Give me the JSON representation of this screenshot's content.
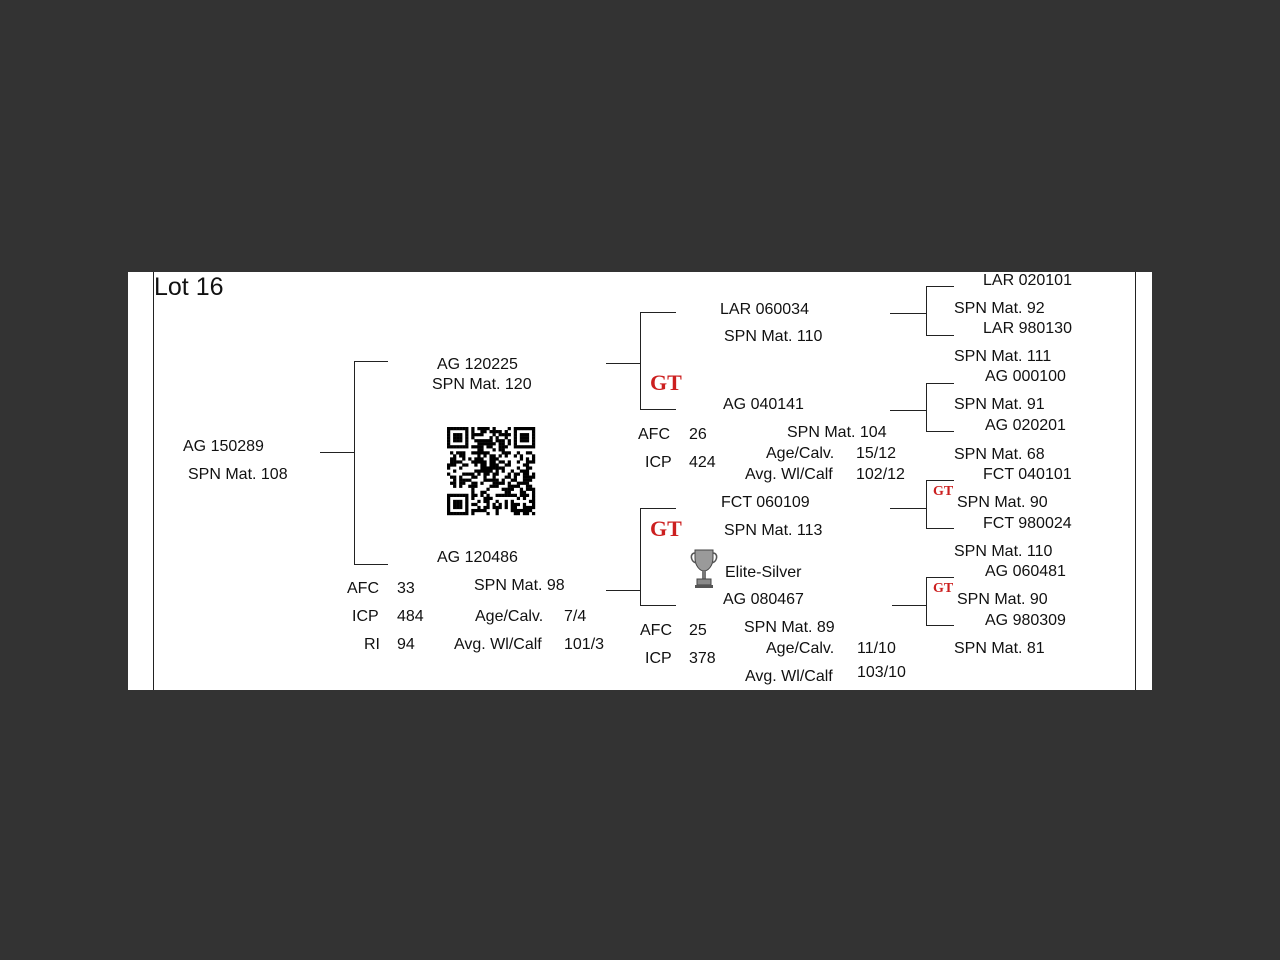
{
  "lot": {
    "title": "Lot 16"
  },
  "animal": {
    "id": "AG  150289",
    "spn": "SPN Mat. 108"
  },
  "sire": {
    "id": "AG  120225",
    "spn": "SPN Mat. 120",
    "sire": {
      "id": "LAR 060034",
      "spn": "SPN Mat. 110",
      "sire": {
        "id": "LAR 020101",
        "spn": "SPN Mat. 92"
      },
      "dam": {
        "id": "LAR 980130",
        "spn": "SPN Mat. 111"
      }
    },
    "dam": {
      "id": "AG  040141",
      "spn": "SPN Mat. 104",
      "afc_label": "AFC",
      "afc": "26",
      "icp_label": "ICP",
      "icp": "424",
      "age_label": "Age/Calv.",
      "age": "15/12",
      "avg_label": "Avg. Wl/Calf",
      "avg": "102/12",
      "sire": {
        "id": "AG  000100",
        "spn": "SPN Mat. 91"
      },
      "dam": {
        "id": "AG  020201",
        "spn": "SPN Mat. 68"
      }
    }
  },
  "dam": {
    "id": "AG  120486",
    "spn": "SPN Mat. 98",
    "afc_label": "AFC",
    "afc": "33",
    "icp_label": "ICP",
    "icp": "484",
    "ri_label": "RI",
    "ri": "94",
    "age_label": "Age/Calv.",
    "age": "7/4",
    "avg_label": "Avg. Wl/Calf",
    "avg": "101/3",
    "sire": {
      "id": "FCT 060109",
      "spn": "SPN Mat. 113",
      "sire": {
        "id": "FCT 040101",
        "spn": "SPN Mat. 90"
      },
      "dam": {
        "id": "FCT 980024",
        "spn": "SPN Mat. 110"
      }
    },
    "dam": {
      "id": "AG  080467",
      "spn": "SPN Mat. 89",
      "award": "Elite-Silver",
      "afc_label": "AFC",
      "afc": "25",
      "icp_label": "ICP",
      "icp": "378",
      "age_label": "Age/Calv.",
      "age": "11/10",
      "avg_label": "Avg. Wl/Calf",
      "avg": "103/10",
      "sire": {
        "id": "AG  060481",
        "spn": "SPN Mat. 90"
      },
      "dam": {
        "id": "AG  980309",
        "spn": "SPN Mat. 81"
      }
    }
  },
  "logo_text": "GT",
  "colors": {
    "logo_red": "#cc1f1f",
    "background": "#333333"
  }
}
